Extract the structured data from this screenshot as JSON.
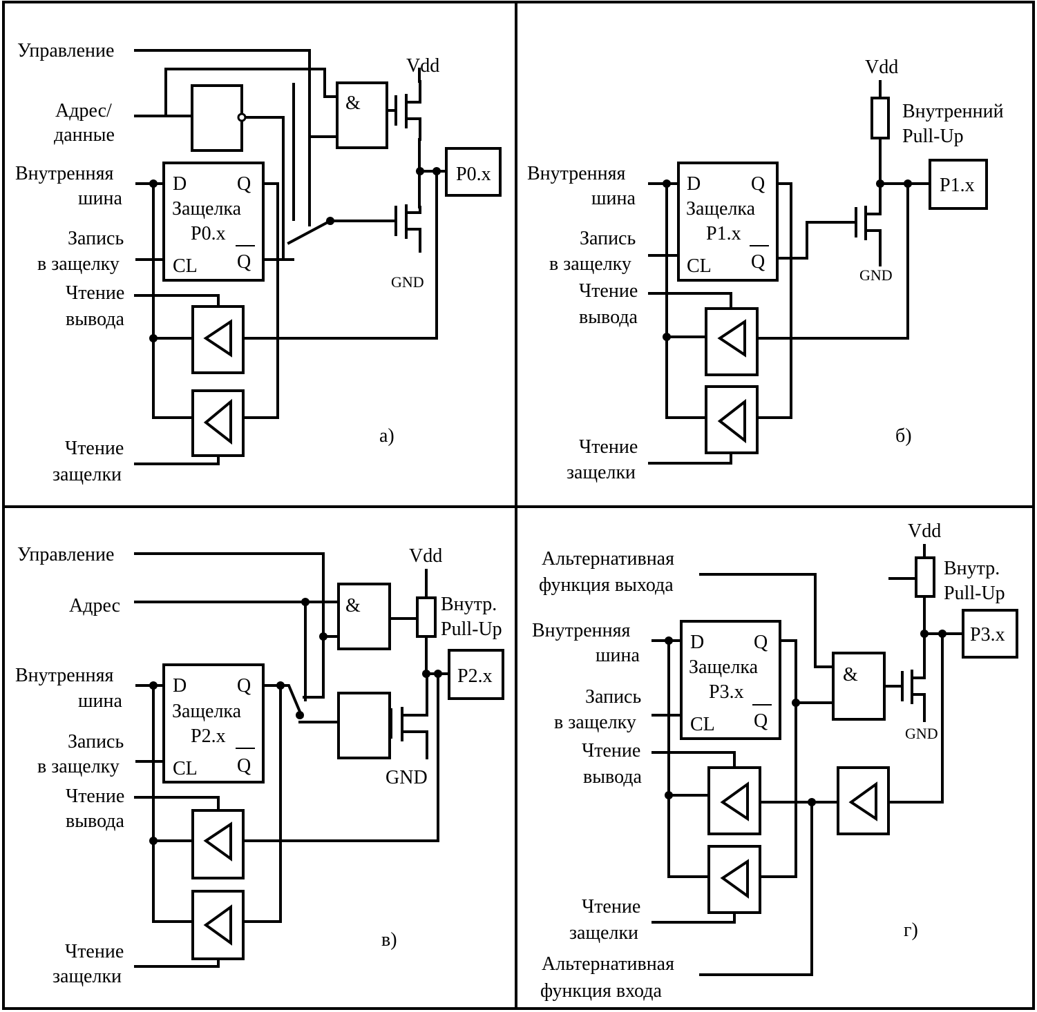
{
  "labels": {
    "control": "Управление",
    "address_data_1": "Адрес/",
    "address_data_2": "данные",
    "address": "Адрес",
    "internal_bus_1": "Внутренняя",
    "internal_bus_2": "шина",
    "write_latch_1": "Запись",
    "write_latch_2": "в защелку",
    "read_pin_1": "Чтение",
    "read_pin_2": "вывода",
    "read_latch_1": "Чтение",
    "read_latch_2": "защелки",
    "alt_out_1": "Альтернативная",
    "alt_out_2": "функция выхода",
    "alt_in_1": "Альтернативная",
    "alt_in_2": "функция входа",
    "latch": "Защелка",
    "d": "D",
    "q": "Q",
    "qbar": "Q",
    "cl": "CL",
    "and": "&",
    "vdd": "Vdd",
    "gnd": "GND",
    "pullup_full_1": "Внутренний",
    "pullup_full_2": "Pull-Up",
    "pullup_short_1": "Внутр.",
    "pullup_short_2": "Pull-Up"
  },
  "panels": {
    "a": {
      "caption": "а)",
      "port": "P0.x",
      "latch_name": "P0.x"
    },
    "b": {
      "caption": "б)",
      "port": "P1.x",
      "latch_name": "P1.x"
    },
    "c": {
      "caption": "в)",
      "port": "P2.x",
      "latch_name": "P2.x"
    },
    "d": {
      "caption": "г)",
      "port": "P3.x",
      "latch_name": "P3.x"
    }
  }
}
